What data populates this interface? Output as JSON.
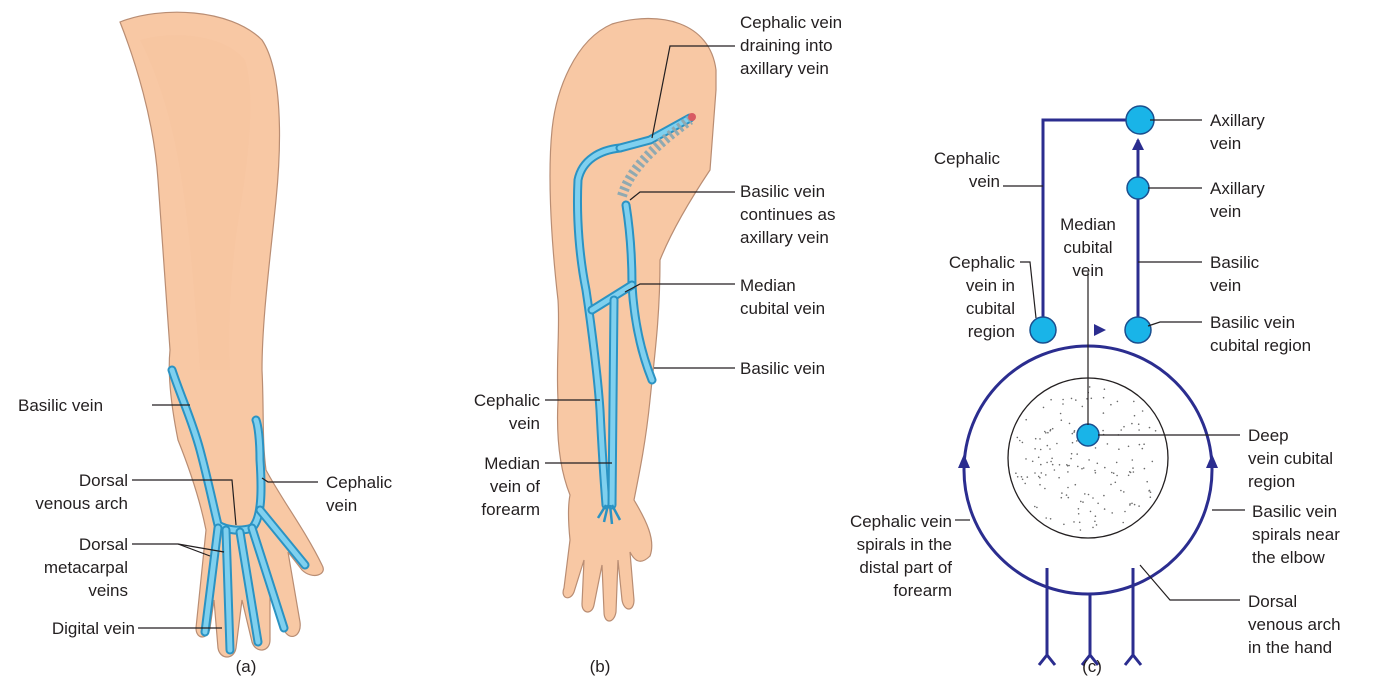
{
  "panels": {
    "a": {
      "caption": "(a)",
      "labels": {
        "basilic": [
          "Basilic vein"
        ],
        "cephalic": [
          "Cephalic",
          "vein"
        ],
        "arch": [
          "Dorsal",
          "venous arch"
        ],
        "metacarpal": [
          "Dorsal",
          "metacarpal",
          "veins"
        ],
        "digital": [
          "Digital vein"
        ]
      }
    },
    "b": {
      "caption": "(b)",
      "labels": {
        "cephalic_axillary": [
          "Cephalic vein",
          "draining into",
          "axillary vein"
        ],
        "basilic_continues": [
          "Basilic vein",
          "continues as",
          "axillary vein"
        ],
        "median_cubital": [
          "Median",
          "cubital vein"
        ],
        "basilic": [
          "Basilic vein"
        ],
        "cephalic": [
          "Cephalic",
          "vein"
        ],
        "median_forearm": [
          "Median",
          "vein of",
          "forearm"
        ]
      }
    },
    "c": {
      "caption": "(c)",
      "labels": {
        "axillary_top": [
          "Axillary",
          "vein"
        ],
        "axillary_mid": [
          "Axillary",
          "vein"
        ],
        "cephalic": [
          "Cephalic",
          "vein"
        ],
        "median_cubital": [
          "Median",
          "cubital",
          "vein"
        ],
        "cephalic_cubital": [
          "Cephalic",
          "vein in",
          "cubital",
          "region"
        ],
        "basilic": [
          "Basilic",
          "vein"
        ],
        "basilic_cubital": [
          "Basilic vein",
          "cubital region"
        ],
        "deep": [
          "Deep",
          "vein cubital",
          "region"
        ],
        "cephalic_spirals": [
          "Cephalic vein",
          "spirals in the",
          "distal part of",
          "forearm"
        ],
        "basilic_spirals": [
          "Basilic vein",
          "spirals near",
          "the elbow"
        ],
        "dorsal_arch": [
          "Dorsal",
          "venous arch",
          "in the hand"
        ]
      }
    }
  }
}
